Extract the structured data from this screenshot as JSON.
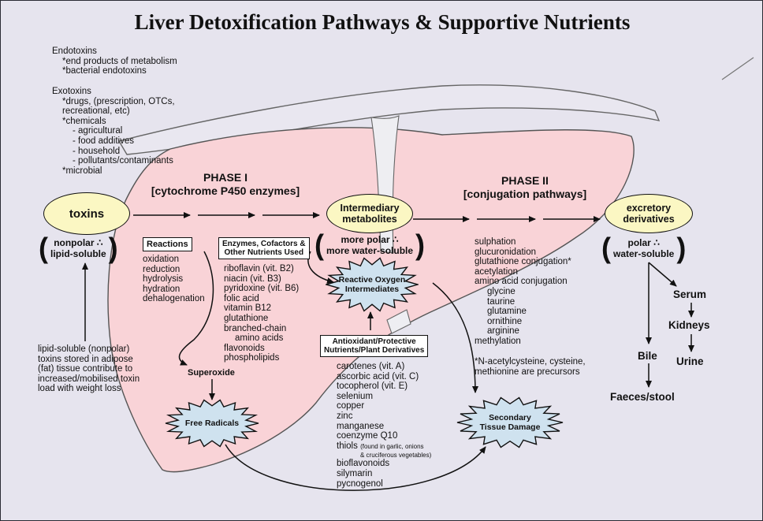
{
  "title": "Liver Detoxification Pathways & Supportive Nutrients",
  "endotoxins": {
    "heading": "Endotoxins",
    "items": [
      "*end products of metabolism",
      "*bacterial endotoxins"
    ]
  },
  "exotoxins": {
    "heading": "Exotoxins",
    "lines": [
      "*drugs, (prescription, OTCs,",
      "recreational, etc)",
      "*chemicals",
      "- agricultural",
      "- food additives",
      "- household",
      "- pollutants/contaminants",
      "*microbial"
    ]
  },
  "phase1": {
    "line1": "PHASE I",
    "line2": "[cytochrome P450 enzymes]"
  },
  "phase2": {
    "line1": "PHASE II",
    "line2": "[conjugation pathways]"
  },
  "toxins": {
    "label": "toxins",
    "property": [
      "nonpolar ∴",
      "lipid-soluble"
    ]
  },
  "intermediary": {
    "line1": "Intermediary",
    "line2": "metabolites",
    "property": [
      "more polar ∴",
      "more water-soluble"
    ]
  },
  "excretory": {
    "line1": "excretory",
    "line2": "derivatives",
    "property": [
      "polar ∴",
      "water-soluble"
    ]
  },
  "reactions": {
    "heading": "Reactions",
    "items": [
      "oxidation",
      "reduction",
      "hydrolysis",
      "hydration",
      "dehalogenation"
    ]
  },
  "enzymes": {
    "heading_line1": "Enzymes, Cofactors &",
    "heading_line2": "Other Nutrients Used",
    "items": [
      "riboflavin (vit. B2)",
      "niacin (vit. B3)",
      "pyridoxine (vit. B6)",
      "folic acid",
      "vitamin B12",
      "glutathione",
      "branched-chain",
      "amino acids",
      "flavonoids",
      "phospholipids"
    ]
  },
  "superoxide": "Superoxide",
  "free_radicals": "Free Radicals",
  "ros": {
    "line1": "Reactive Oxygen",
    "line2": "Intermediates"
  },
  "secondary": {
    "line1": "Secondary",
    "line2": "Tissue Damage"
  },
  "antioxidants": {
    "heading_line1": "Antioxidant/Protective",
    "heading_line2": "Nutrients/Plant Derivatives",
    "items": [
      "carotenes (vit. A)",
      "ascorbic acid (vit. C)",
      "tocopherol (vit. E)",
      "selenium",
      "copper",
      "zinc",
      "manganese",
      "coenzyme Q10"
    ],
    "thiols": "thiols",
    "thiols_note1": "(found in garlic, onions",
    "thiols_note2": "& cruciferous vegetables)",
    "more": [
      "bioflavonoids",
      "silymarin",
      "pycnogenol"
    ]
  },
  "conjugation": {
    "items": [
      "sulphation",
      "glucuronidation",
      "glutathione conjugation*",
      "acetylation",
      "amino acid conjugation"
    ],
    "amino": [
      "glycine",
      "taurine",
      "glutamine",
      "ornithine",
      "arginine"
    ],
    "last": "methylation"
  },
  "precursor_note": [
    "*N-acetylcysteine, cysteine,",
    "methionine are precursors"
  ],
  "adipose_note": [
    "lipid-soluble (nonpolar)",
    "toxins stored in adipose",
    "(fat) tissue contribute to",
    "increased/mobilised toxin",
    "load with weight loss"
  ],
  "excretion": {
    "serum": "Serum",
    "kidneys": "Kidneys",
    "urine": "Urine",
    "bile": "Bile",
    "faeces": "Faeces/stool"
  },
  "colors": {
    "liver": "#f9d3d7",
    "background": "#e6e4ee",
    "oval": "#fbf7c3",
    "burst": "#cfe2ef"
  }
}
